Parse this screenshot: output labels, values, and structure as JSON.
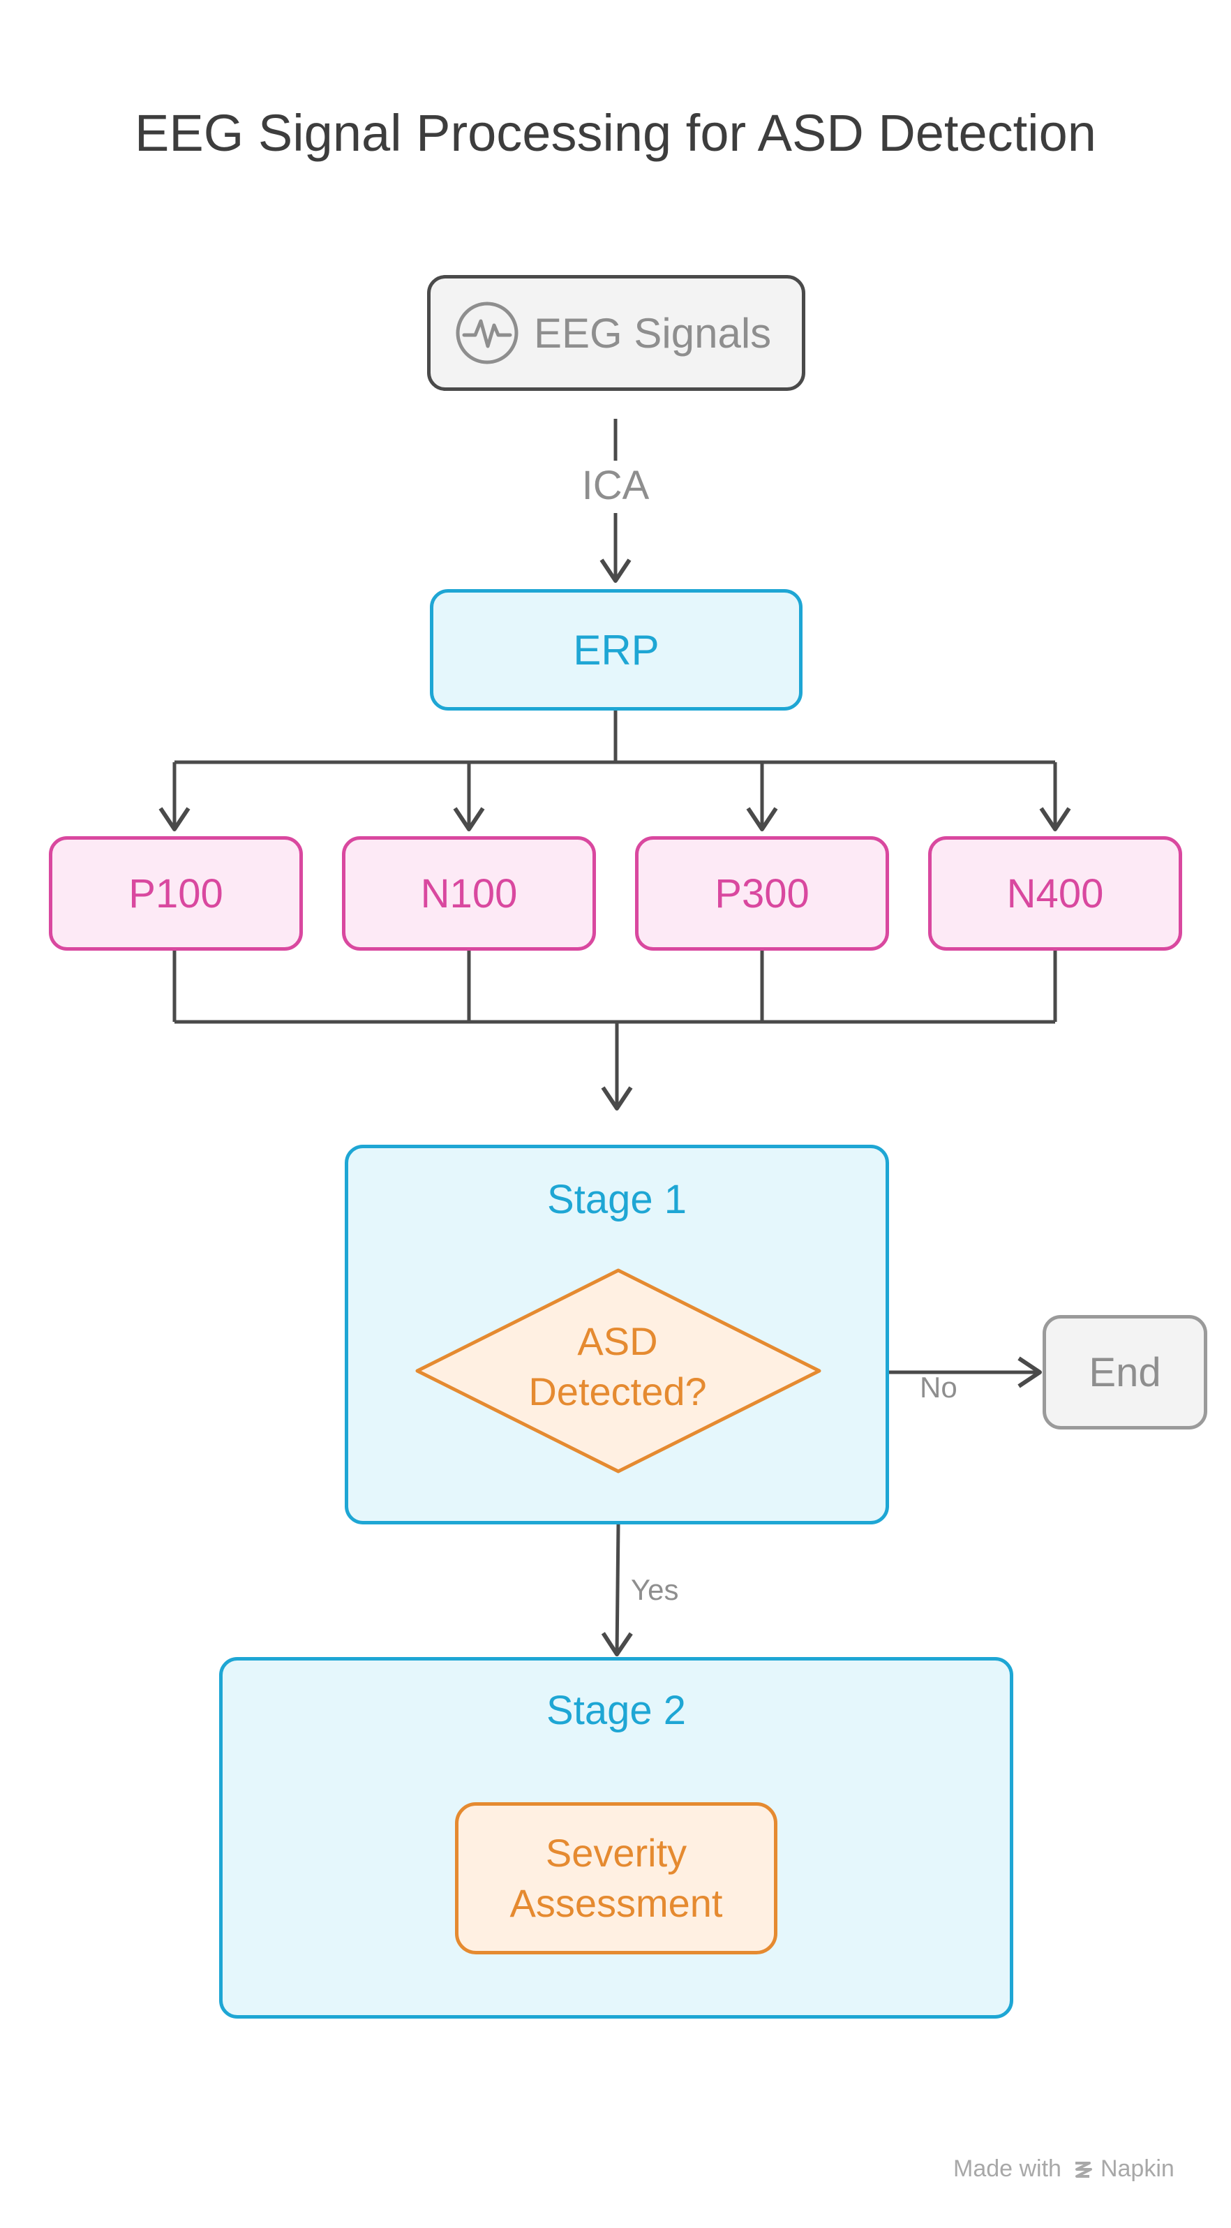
{
  "title": "EEG Signal Processing for ASD Detection",
  "nodes": {
    "eeg": "EEG Signals",
    "ica": "ICA",
    "erp": "ERP",
    "components": [
      "P100",
      "N100",
      "P300",
      "N400"
    ],
    "stage1": "Stage 1",
    "decision": [
      "ASD",
      "Detected?"
    ],
    "end": "End",
    "no": "No",
    "yes": "Yes",
    "stage2": "Stage 2",
    "severity": [
      "Severity",
      "Assessment"
    ]
  },
  "footer": {
    "made_with": "Made with",
    "brand": "Napkin"
  },
  "colors": {
    "blue": "#1ea6d4",
    "pink": "#d9489f",
    "orange": "#e58a30",
    "gray": "#8e8e8e",
    "line": "#4a4a4a"
  },
  "icons": {
    "eeg": "waveform-icon",
    "brand": "napkin-logo-icon"
  }
}
